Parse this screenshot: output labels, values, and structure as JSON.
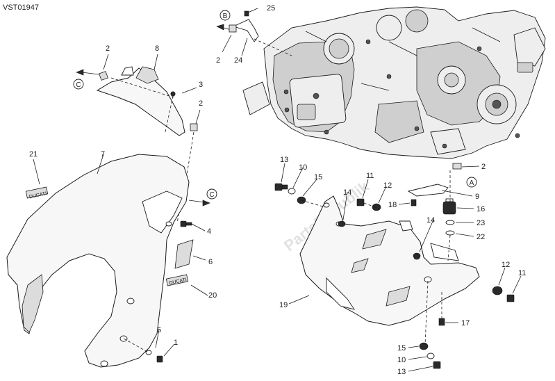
{
  "drawing_code": "VST01947",
  "watermark": "PartsRepublik",
  "callouts": {
    "n1": "1",
    "n2a": "2",
    "n2b": "2",
    "n2c": "2",
    "n2d": "2",
    "n3": "3",
    "n4": "4",
    "n5": "5",
    "n6": "6",
    "n7": "7",
    "n8": "8",
    "n9": "9",
    "n10a": "10",
    "n10b": "10",
    "n11a": "11",
    "n11b": "11",
    "n12a": "12",
    "n12b": "12",
    "n13a": "13",
    "n13b": "13",
    "n14a": "14",
    "n14b": "14",
    "n15a": "15",
    "n15b": "15",
    "n16": "16",
    "n17": "17",
    "n18": "18",
    "n19": "19",
    "n20": "20",
    "n21": "21",
    "n22": "22",
    "n23": "23",
    "n24": "24",
    "n25": "25"
  },
  "refs": {
    "ra": "A",
    "ra2": "A",
    "rb": "B",
    "rb2": "B",
    "rc": "C",
    "rc2": "C"
  },
  "decal": "DUCATI"
}
